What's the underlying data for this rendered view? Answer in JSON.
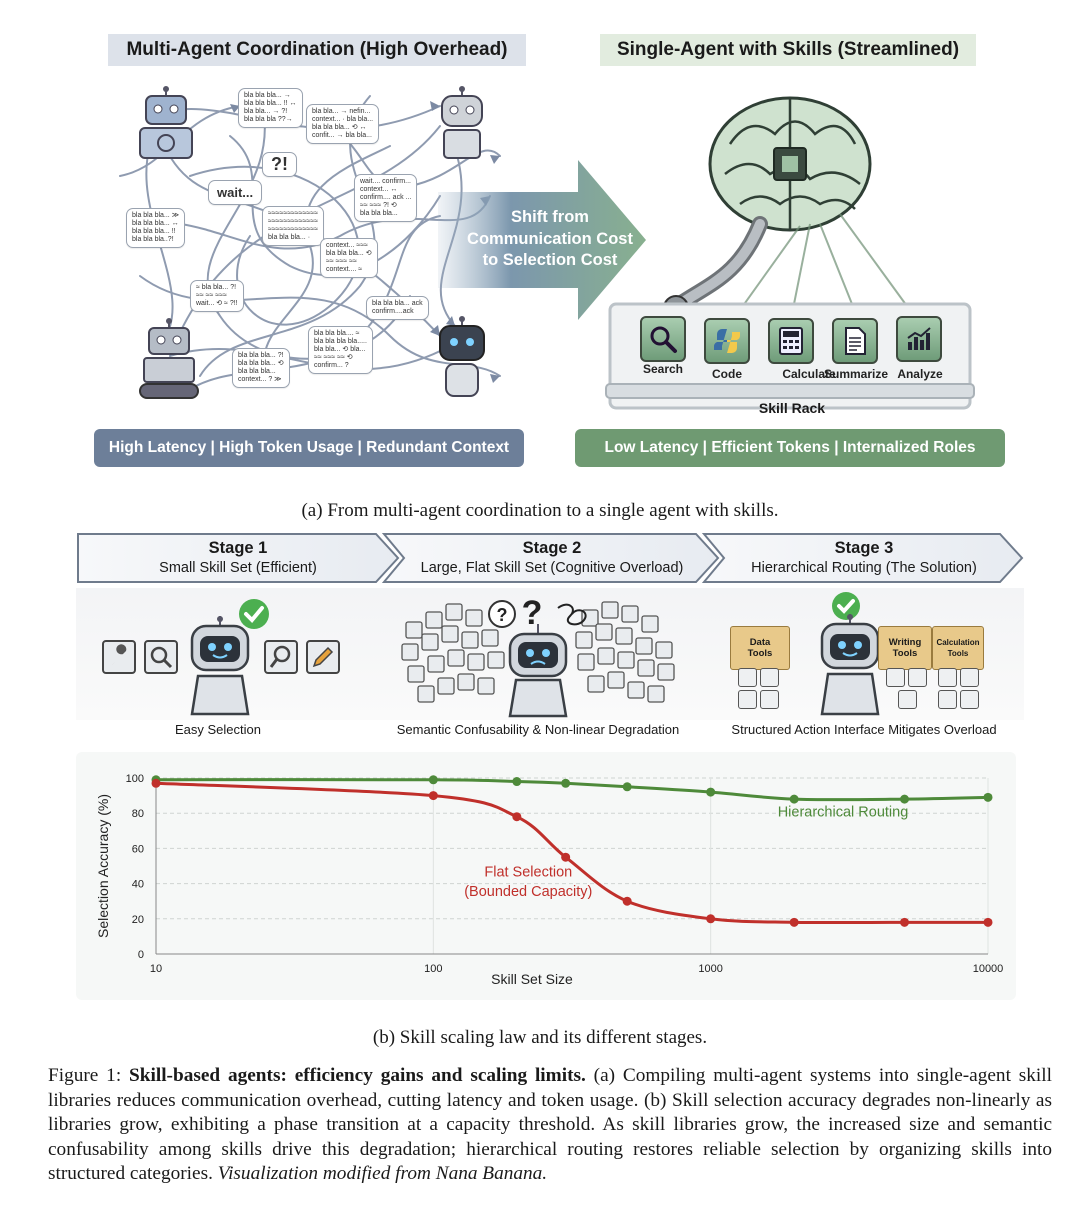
{
  "panel_a": {
    "left_title": "Multi-Agent Coordination (High Overhead)",
    "right_title": "Single-Agent with Skills (Streamlined)",
    "bubbles": [
      {
        "id": "b1",
        "text": "bla bla bla... →\nbla bla bla... !! ↔\nbla bla... → ?!\nbla bla bla ??→"
      },
      {
        "id": "b2",
        "text": "bla bla... → nefin...\ncontext... · bla bla...\nbla bla bla... ⟲ ↔\nconfit... → bla bla..."
      },
      {
        "id": "b3",
        "text": "?!"
      },
      {
        "id": "b4",
        "text": "wait..."
      },
      {
        "id": "b5",
        "text": "bla bla bla... ≫\nbla bla bla... ↔\nbla bla bla... !!\nbla bla bla..?!"
      },
      {
        "id": "b6",
        "text": "≈≈≈≈≈≈≈≈≈≈≈≈≈\n≈≈≈≈≈≈≈≈≈≈≈≈≈\n≈≈≈≈≈≈≈≈≈≈≈≈≈\nbla bla bla... ·"
      },
      {
        "id": "b7",
        "text": "wait.... confirm...\ncontext... ↔\nconfirm.... ack ...\n≈≈ ≈≈≈ ?! ⟲\nbla bla bla..."
      },
      {
        "id": "b8",
        "text": "context... ≈≈≈\nbla bla bla... ⟲\n≈≈ ≈≈≈ ≈≈\ncontext.... ≈"
      },
      {
        "id": "b9",
        "text": "≈ bla bla... ?!\n≈≈ ≈≈ ≈≈≈\nwait... ⟲ ≈ ?!!"
      },
      {
        "id": "b10",
        "text": "bla bla bla... ack\nconfirm....ack"
      },
      {
        "id": "b11",
        "text": "bla bla bla.... ≈\nbla bla bla bla.....\nbla bla... ⟲ bla...\n≈≈ ≈≈≈ ≈≈ ⟲\nconfirm... ?"
      },
      {
        "id": "b12",
        "text": "bla bla bla... ?!\nbla bla bla... ⟲\nbla bla bla...\ncontext... ? ≫"
      }
    ],
    "arrow_text": "Shift from\nCommunication Cost\nto Selection Cost",
    "skills": [
      "Search",
      "Code",
      "Calculate",
      "Summarize",
      "Analyze"
    ],
    "skill_rack_label": "Skill Rack",
    "left_footer": "High Latency | High Token Usage | Redundant Context",
    "right_footer": "Low Latency | Efficient Tokens | Internalized Roles",
    "caption": "(a) From multi-agent coordination to a single agent with skills."
  },
  "panel_b": {
    "stages": [
      {
        "title": "Stage 1",
        "subtitle": "Small Skill Set (Efficient)",
        "caption": "Easy Selection"
      },
      {
        "title": "Stage 2",
        "subtitle": "Large, Flat Skill Set (Cognitive Overload)",
        "caption": "Semantic Confusability & Non-linear Degradation"
      },
      {
        "title": "Stage 3",
        "subtitle": "Hierarchical Routing (The Solution)",
        "caption": "Structured Action Interface Mitigates Overload"
      }
    ],
    "folders": [
      {
        "label": "Data\nTools"
      },
      {
        "label": "Writing\nTools"
      },
      {
        "label": "Calculation\nTools"
      }
    ],
    "caption": "(b) Skill scaling law and its different stages."
  },
  "chart_data": {
    "type": "line",
    "xlabel": "Skill Set Size",
    "ylabel": "Selection Accuracy (%)",
    "xscale": "log",
    "xlim": [
      10,
      10000
    ],
    "ylim": [
      0,
      100
    ],
    "xticks": [
      10,
      100,
      1000,
      10000
    ],
    "yticks": [
      0,
      20,
      40,
      60,
      80,
      100
    ],
    "grid": "horizontal dashed",
    "series": [
      {
        "name": "Hierarchical Routing",
        "color": "#4e8a3a",
        "points": [
          [
            10,
            99
          ],
          [
            100,
            99
          ],
          [
            200,
            98
          ],
          [
            300,
            97
          ],
          [
            500,
            95
          ],
          [
            1000,
            92
          ],
          [
            2000,
            88
          ],
          [
            5000,
            88
          ],
          [
            10000,
            89
          ]
        ]
      },
      {
        "name": "Flat Selection\n(Bounded Capacity)",
        "color": "#c0302b",
        "points": [
          [
            10,
            97
          ],
          [
            100,
            90
          ],
          [
            200,
            78
          ],
          [
            300,
            55
          ],
          [
            500,
            30
          ],
          [
            1000,
            20
          ],
          [
            2000,
            18
          ],
          [
            5000,
            18
          ],
          [
            10000,
            18
          ]
        ]
      }
    ],
    "annotations": [
      {
        "text": "Hierarchical Routing",
        "series": 0
      },
      {
        "text": "Flat Selection\n(Bounded Capacity)",
        "series": 1
      }
    ]
  },
  "figure_caption": {
    "label": "Figure 1:",
    "bold": "Skill-based agents: efficiency gains and scaling limits.",
    "body": " (a) Compiling multi-agent systems into single-agent skill libraries reduces communication overhead, cutting latency and token usage. (b) Skill selection accuracy degrades non-linearly as libraries grow, exhibiting a phase transition at a capacity threshold. As skill libraries grow, the increased size and semantic confusability among skills drive this degradation; hierarchical routing restores reliable selection by organizing skills into structured categories. ",
    "italic": "Visualization modified from Nana Banana."
  },
  "colors": {
    "left_footer": "#6d7f99",
    "right_footer": "#6f9a72",
    "hier": "#4e8a3a",
    "flat": "#c0302b"
  }
}
